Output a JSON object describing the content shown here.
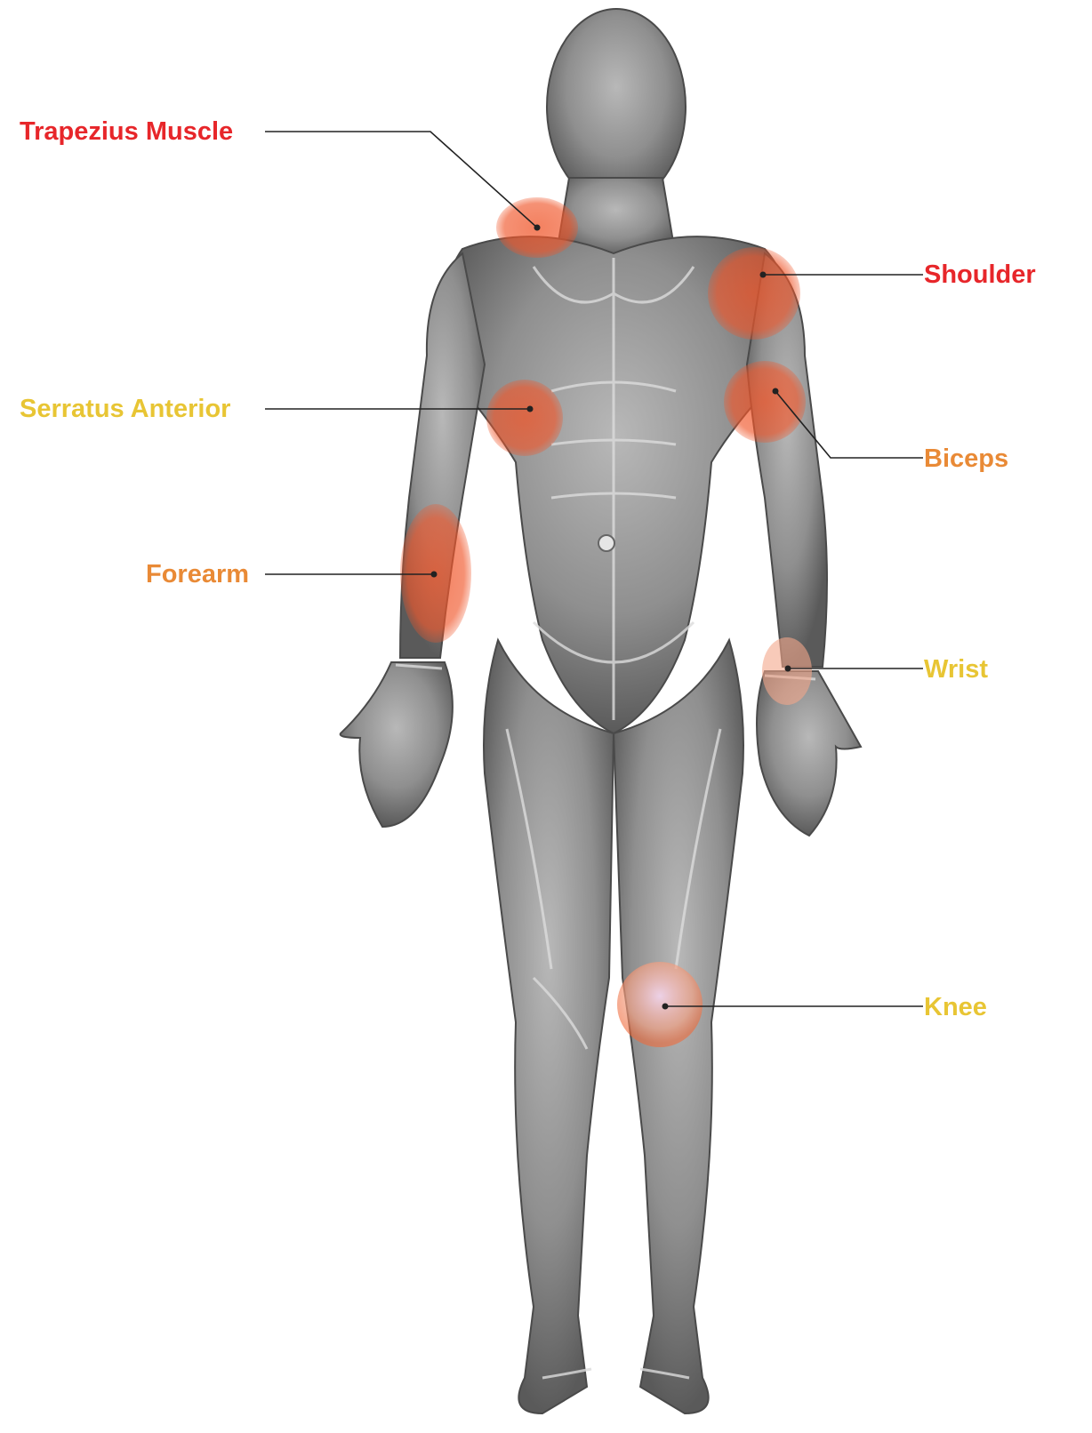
{
  "diagram": {
    "labels": {
      "trapezius": "Trapezius Muscle",
      "shoulder": "Shoulder",
      "serratus": "Serratus Anterior",
      "biceps": "Biceps",
      "forearm": "Forearm",
      "wrist": "Wrist",
      "knee": "Knee"
    },
    "colors": {
      "red_label": "#e7262a",
      "yellow_label": "#e8c534",
      "orange_label": "#e98a36",
      "hotspot": "#f0562a",
      "knee_hotspot": "#f08a6a",
      "body_gray": "#8f8f8f",
      "leader_line": "#222222"
    },
    "figure": "muscular-human-body-front-view"
  }
}
